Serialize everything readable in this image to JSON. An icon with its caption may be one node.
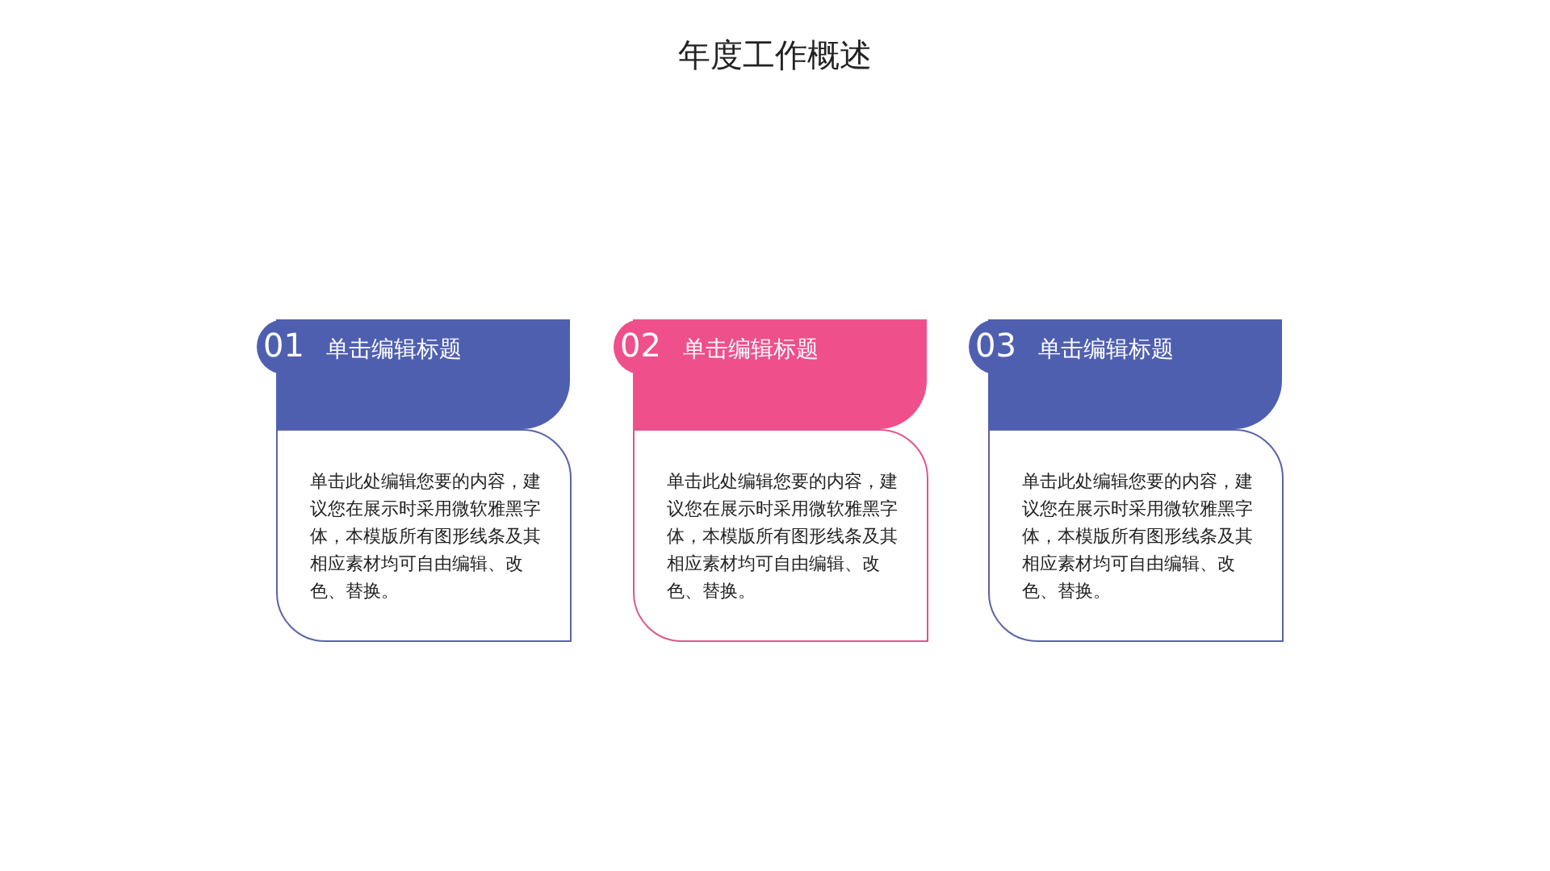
{
  "diagram": {
    "title": "年度工作概述",
    "nodes": [
      {
        "text": [
          "01",
          "单击编辑标题"
        ]
      },
      {
        "text": [
          "单击此处编辑您要的内容，建议您在展示时采用微软雅黑字体，本模版所有图形线条及其相应素材均可自由编辑、改色、替换。"
        ]
      },
      {
        "text": [
          "02",
          "单击编辑标题"
        ]
      },
      {
        "text": [
          "单击此处编辑您要的内容，建议您在展示时采用微软雅黑字体，本模版所有图形线条及其相应素材均可自由编辑、改色、替换。"
        ]
      },
      {
        "text": [
          "03",
          "单击编辑标题"
        ]
      },
      {
        "text": [
          "单击此处编辑您要的内容，建议您在展示时采用微软雅黑字体，本模版所有图形线条及其相应素材均可自由编辑、改色、替换。"
        ]
      }
    ]
  }
}
